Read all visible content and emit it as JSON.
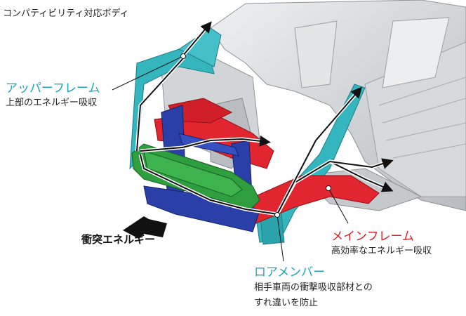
{
  "title": "コンパティビリティ対応ボディ",
  "labels": {
    "upper_frame": {
      "name": "アッパーフレーム",
      "desc": "上部のエネルギー吸収"
    },
    "main_frame": {
      "name": "メインフレーム",
      "desc": "高効率なエネルギー吸収"
    },
    "lower_member": {
      "name": "ロアメンバー",
      "desc_line1": "相手車両の衝撃吸収部材との",
      "desc_line2": "すれ違いを防止"
    },
    "impact_energy": "衝突エネルギー"
  },
  "colors": {
    "upper_frame": "#1aa6b7",
    "main_frame": "#e0202a",
    "lower_member": "#1aa6b7",
    "green_bumper": "#2e9e3e",
    "blue_subframe": "#2b3fa8",
    "body_grey": "#c9cccf"
  }
}
